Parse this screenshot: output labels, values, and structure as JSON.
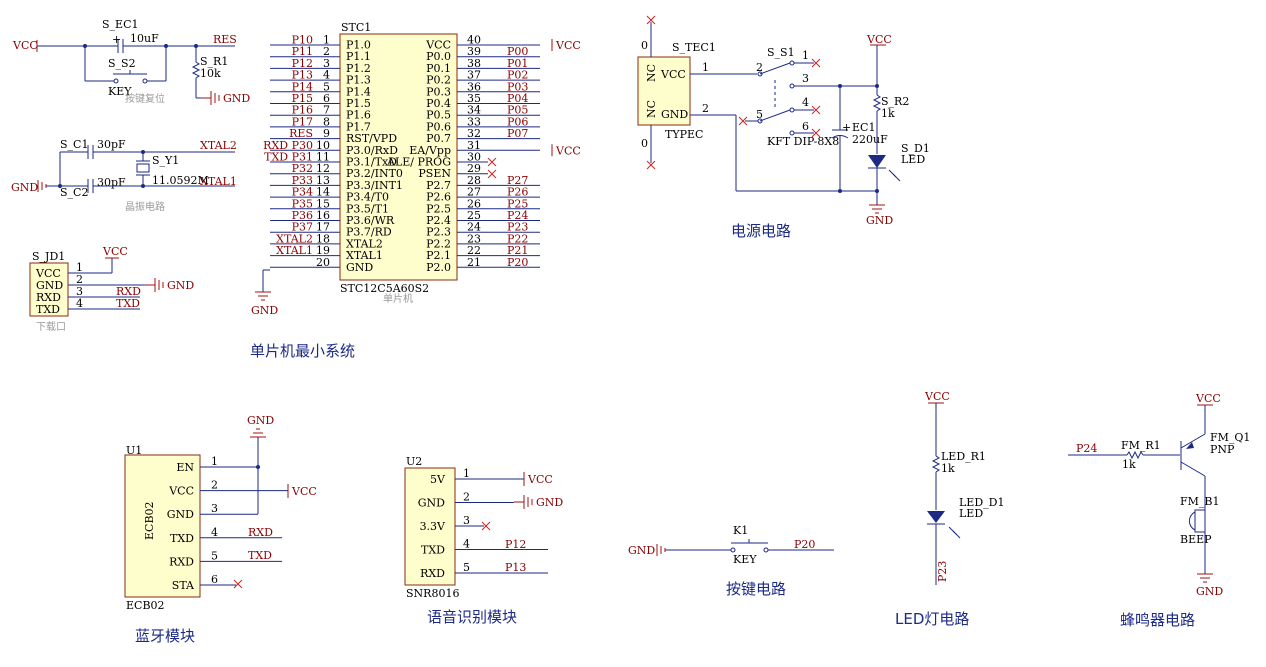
{
  "sections": {
    "mcu": "单片机最小系统",
    "power": "电源电路",
    "bluetooth": "蓝牙模块",
    "voice": "语音识别模块",
    "key": "按键电路",
    "led": "LED灯电路",
    "buzzer": "蜂鸣器电路"
  },
  "captions": {
    "reset": "按键复位",
    "crystal": "晶振电路",
    "download": "下载口",
    "mcu": "单片机"
  },
  "nets": {
    "vcc": "VCC",
    "gnd": "GND",
    "res": "RES",
    "xtal1": "XTAL1",
    "xtal2": "XTAL2",
    "rxd": "RXD",
    "txd": "TXD",
    "p12": "P12",
    "p13": "P13",
    "p20": "P20",
    "p23": "P23",
    "p24": "P24"
  },
  "reset_circuit": {
    "cap_ref": "S_EC1",
    "cap_val": "10uF",
    "cap_plus": "+",
    "switch_ref": "S_S2",
    "switch_val": "KEY",
    "res_ref": "S_R1",
    "res_val": "10k"
  },
  "crystal_circuit": {
    "c1_ref": "S_C1",
    "c1_val": "30pF",
    "c2_ref": "S_C2",
    "c2_val": "30pF",
    "xtal_ref": "S_Y1",
    "xtal_val": "11.0592M"
  },
  "header": {
    "ref": "S_JD1",
    "pins": [
      {
        "num": "1",
        "name": "VCC"
      },
      {
        "num": "2",
        "name": "GND"
      },
      {
        "num": "3",
        "name": "RXD"
      },
      {
        "num": "4",
        "name": "TXD"
      }
    ]
  },
  "mcu": {
    "ref": "STC1",
    "part": "STC12C5A60S2",
    "left_pins": [
      {
        "net": "P10",
        "num": "1",
        "name": "P1.0"
      },
      {
        "net": "P11",
        "num": "2",
        "name": "P1.1"
      },
      {
        "net": "P12",
        "num": "3",
        "name": "P1.2"
      },
      {
        "net": "P13",
        "num": "4",
        "name": "P1.3"
      },
      {
        "net": "P14",
        "num": "5",
        "name": "P1.4"
      },
      {
        "net": "P15",
        "num": "6",
        "name": "P1.5"
      },
      {
        "net": "P16",
        "num": "7",
        "name": "P1.6"
      },
      {
        "net": "P17",
        "num": "8",
        "name": "P1.7"
      },
      {
        "net": "RES",
        "num": "9",
        "name": "RST/VPD"
      },
      {
        "net": "RXD P30",
        "num": "10",
        "name": "P3.0/RxD"
      },
      {
        "net": "TXD P31",
        "num": "11",
        "name": "P3.1/TxD"
      },
      {
        "net": "P32",
        "num": "12",
        "name": "P3.2/INT0"
      },
      {
        "net": "P33",
        "num": "13",
        "name": "P3.3/INT1"
      },
      {
        "net": "P34",
        "num": "14",
        "name": "P3.4/T0"
      },
      {
        "net": "P35",
        "num": "15",
        "name": "P3.5/T1"
      },
      {
        "net": "P36",
        "num": "16",
        "name": "P3.6/WR"
      },
      {
        "net": "P37",
        "num": "17",
        "name": "P3.7/RD"
      },
      {
        "net": "XTAL2",
        "num": "18",
        "name": "XTAL2"
      },
      {
        "net": "XTAL1",
        "num": "19",
        "name": "XTAL1"
      },
      {
        "net": "",
        "num": "20",
        "name": "GND"
      }
    ],
    "right_pins": [
      {
        "net": "VCC",
        "num": "40",
        "name": "VCC"
      },
      {
        "net": "P00",
        "num": "39",
        "name": "P0.0"
      },
      {
        "net": "P01",
        "num": "38",
        "name": "P0.1"
      },
      {
        "net": "P02",
        "num": "37",
        "name": "P0.2"
      },
      {
        "net": "P03",
        "num": "36",
        "name": "P0.3"
      },
      {
        "net": "P04",
        "num": "35",
        "name": "P0.4"
      },
      {
        "net": "P05",
        "num": "34",
        "name": "P0.5"
      },
      {
        "net": "P06",
        "num": "33",
        "name": "P0.6"
      },
      {
        "net": "P07",
        "num": "32",
        "name": "P0.7"
      },
      {
        "net": "VCC",
        "num": "31",
        "name": "EA/Vpp"
      },
      {
        "net": "",
        "num": "30",
        "name": "ALE/ PROG"
      },
      {
        "net": "",
        "num": "29",
        "name": "PSEN"
      },
      {
        "net": "P27",
        "num": "28",
        "name": "P2.7"
      },
      {
        "net": "P26",
        "num": "27",
        "name": "P2.6"
      },
      {
        "net": "P25",
        "num": "26",
        "name": "P2.5"
      },
      {
        "net": "P24",
        "num": "25",
        "name": "P2.4"
      },
      {
        "net": "P23",
        "num": "24",
        "name": "P2.3"
      },
      {
        "net": "P22",
        "num": "23",
        "name": "P2.2"
      },
      {
        "net": "P21",
        "num": "22",
        "name": "P2.1"
      },
      {
        "net": "P20",
        "num": "21",
        "name": "P2.0"
      }
    ]
  },
  "power": {
    "usb_ref": "S_TEC1",
    "usb_part": "TYPEC",
    "usb_pins": [
      {
        "num": "1",
        "name": "VCC"
      },
      {
        "num": "2",
        "name": "GND"
      }
    ],
    "usb_nc": [
      "NC",
      "NC"
    ],
    "mount_pins": [
      "0",
      "0"
    ],
    "switch_ref": "S_S1",
    "switch_part": "KFT DIP-8X8",
    "switch_pins": [
      "1",
      "2",
      "3",
      "4",
      "5",
      "6"
    ],
    "cap_ref": "EC1",
    "cap_val": "220uF",
    "cap_plus": "+",
    "res_ref": "S_R2",
    "res_val": "1k",
    "led_ref": "S_D1",
    "led_val": "LED"
  },
  "bluetooth": {
    "ref": "U1",
    "part": "ECB02",
    "body_label": "ECB02",
    "pins": [
      {
        "num": "1",
        "name": "EN"
      },
      {
        "num": "2",
        "name": "VCC"
      },
      {
        "num": "3",
        "name": "GND"
      },
      {
        "num": "4",
        "name": "TXD"
      },
      {
        "num": "5",
        "name": "RXD"
      },
      {
        "num": "6",
        "name": "STA"
      }
    ]
  },
  "voice": {
    "ref": "U2",
    "part": "SNR8016",
    "pins": [
      {
        "num": "1",
        "name": "5V"
      },
      {
        "num": "2",
        "name": "GND"
      },
      {
        "num": "3",
        "name": "3.3V"
      },
      {
        "num": "4",
        "name": "TXD"
      },
      {
        "num": "5",
        "name": "RXD"
      }
    ]
  },
  "key": {
    "ref": "K1",
    "val": "KEY"
  },
  "led": {
    "res_ref": "LED_R1",
    "res_val": "1k",
    "led_ref": "LED_D1",
    "led_val": "LED"
  },
  "buzzer": {
    "res_ref": "FM_R1",
    "res_val": "1k",
    "q_ref": "FM_Q1",
    "q_val": "PNP",
    "bz_ref": "FM_B1",
    "bz_val": "BEEP"
  }
}
